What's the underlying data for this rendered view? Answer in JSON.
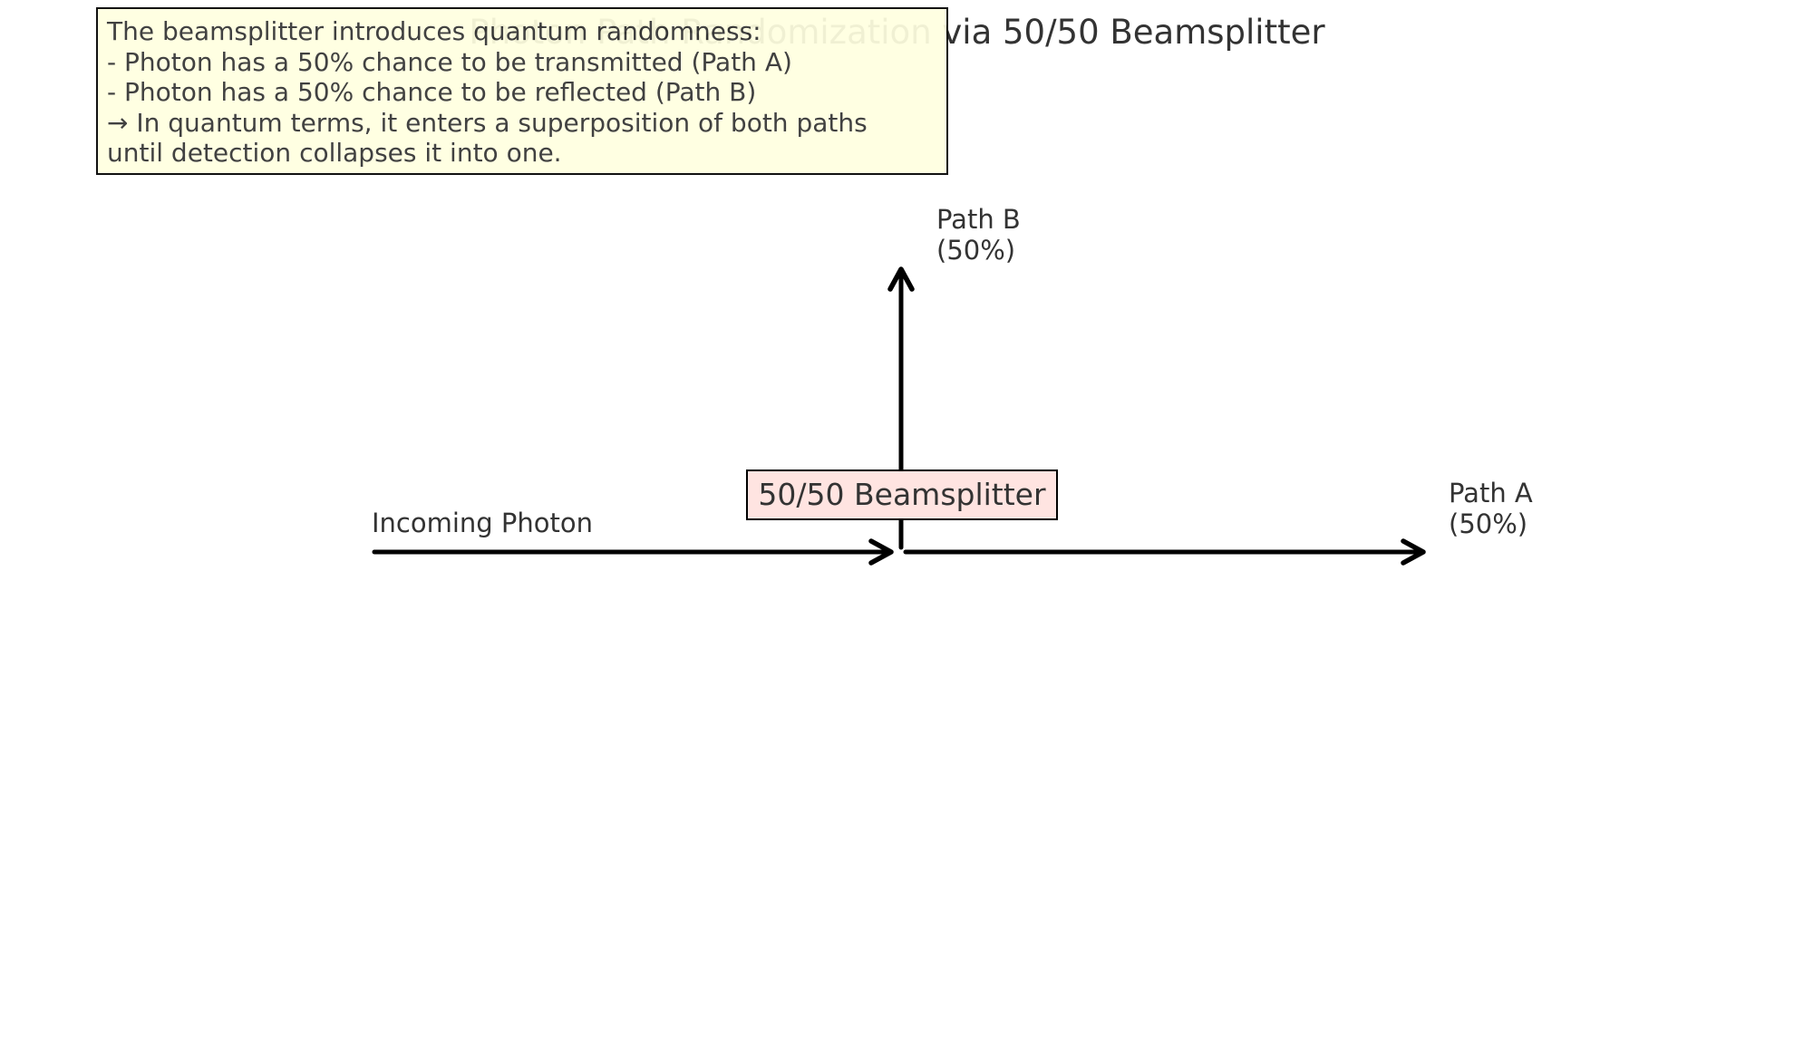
{
  "title": "Photon Path Randomization via 50/50 Beamsplitter",
  "note": {
    "lines": [
      "The beamsplitter introduces quantum randomness:",
      "- Photon has a 50% chance to be transmitted (Path A)",
      "- Photon has a 50% chance to be reflected (Path B)",
      "→ In quantum terms, it enters a superposition of both paths",
      "until detection collapses it into one."
    ],
    "background": "#ffffe0"
  },
  "beamsplitter": {
    "label": "50/50 Beamsplitter",
    "background": "#ffe4e1"
  },
  "incoming": {
    "label": "Incoming Photon"
  },
  "path_a": {
    "name": "Path A",
    "probability": "(50%)"
  },
  "path_b": {
    "name": "Path B",
    "probability": "(50%)"
  },
  "colors": {
    "arrow": "#000000",
    "text": "#333333"
  }
}
